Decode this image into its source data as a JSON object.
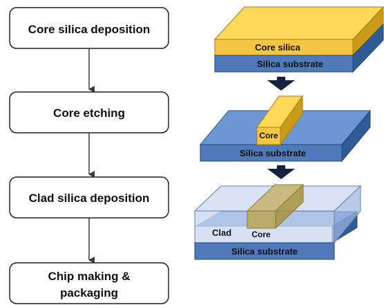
{
  "process_steps": [
    {
      "label": "Core silica deposition"
    },
    {
      "label_lines": [
        "Core etching"
      ]
    },
    {
      "label": "Clad silica deposition"
    },
    {
      "label_lines": [
        "Chip making &",
        "packaging"
      ]
    }
  ],
  "labels": {
    "step1": "Core silica deposition",
    "step2": "Core etching",
    "step3": "Clad silica deposition",
    "step4_line1": "Chip making &",
    "step4_line2": "packaging",
    "stage1_core": "Core silica",
    "stage1_substrate": "Silica substrate",
    "stage2_core": "Core",
    "stage2_substrate": "Silica substrate",
    "stage3_clad": "Clad",
    "stage3_core": "Core",
    "stage3_substrate": "Silica substrate"
  },
  "colors": {
    "box_border": "#202020",
    "arrow": "#3a3a3a",
    "core_front": "#f4c542",
    "core_top": "#ffd85a",
    "core_side": "#c99b18",
    "substrate_front": "#4f79b8",
    "substrate_top": "#6d96d2",
    "substrate_side": "#2f5b97",
    "clad_fill": "#c9d6ee",
    "clad_edge": "#5f7fb5",
    "down_arrow": "#14233b"
  }
}
